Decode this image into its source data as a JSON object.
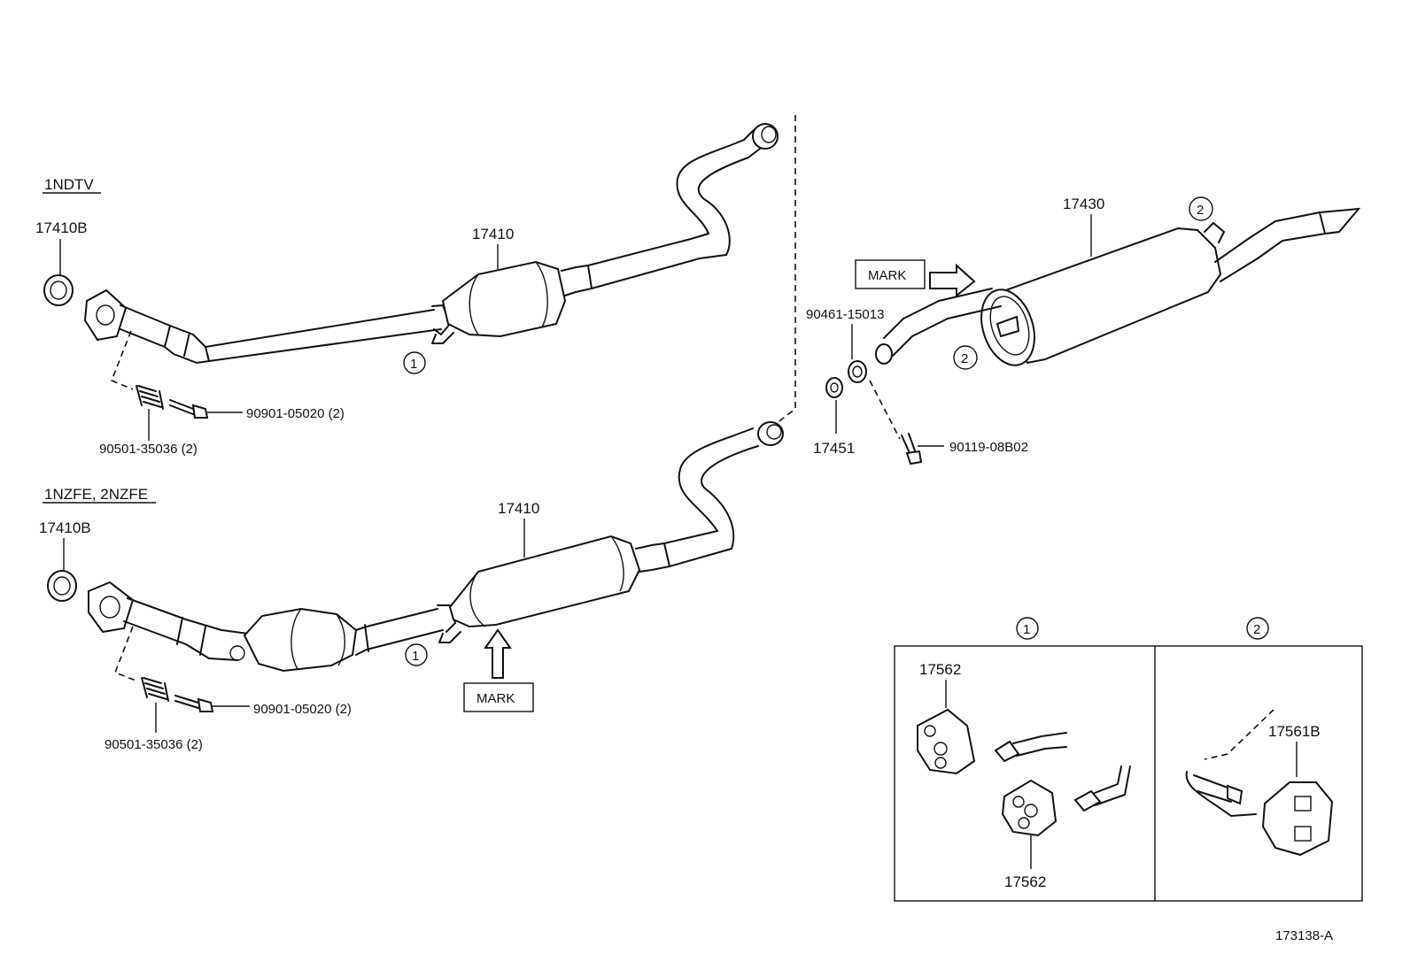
{
  "variants": {
    "top": "1NDTV",
    "bottom": "1NZFE, 2NZFE"
  },
  "parts": {
    "gasket_top": "17410B",
    "gasket_bottom": "17410B",
    "pipe_top": "17410",
    "pipe_bottom": "17410",
    "spring_top": "90501-35036 (2)",
    "spring_bottom": "90501-35036 (2)",
    "bolt_top": "90901-05020 (2)",
    "bolt_bottom": "90901-05020 (2)",
    "muffler": "17430",
    "nut": "90461-15013",
    "ring_gasket": "17451",
    "bolt_tail": "90119-08B02",
    "hanger_1a": "17562",
    "hanger_1b": "17562",
    "hanger_2": "17561B"
  },
  "markers": {
    "one": "1",
    "two": "2"
  },
  "mark_label": "MARK",
  "diagram_code": "173138-A"
}
